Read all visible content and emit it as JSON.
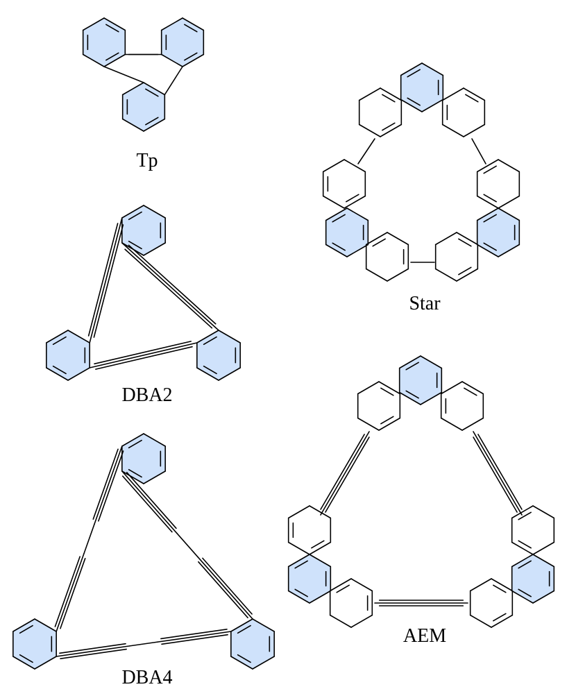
{
  "colors": {
    "ring_fill": "#cfe2fb",
    "bond": "#000000",
    "background": "#ffffff"
  },
  "molecules": [
    {
      "id": "tp",
      "label": "Tp"
    },
    {
      "id": "star",
      "label": "Star"
    },
    {
      "id": "dba2",
      "label": "DBA2"
    },
    {
      "id": "dba4",
      "label": "DBA4"
    },
    {
      "id": "aem",
      "label": "AEM"
    }
  ]
}
